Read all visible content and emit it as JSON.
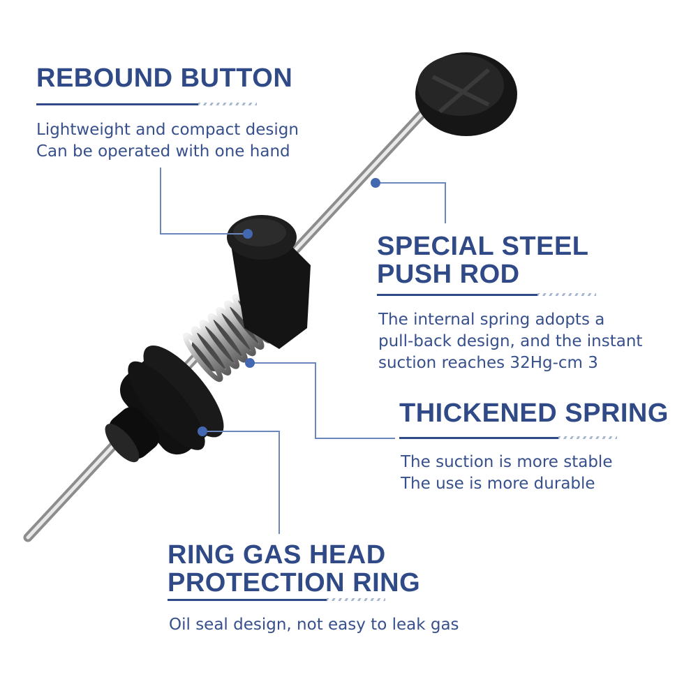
{
  "callouts": {
    "rebound_button": {
      "title": "REBOUND BUTTON",
      "lines": [
        "Lightweight and compact design",
        "Can be operated with one hand"
      ]
    },
    "push_rod": {
      "title_lines": [
        "SPECIAL STEEL",
        "PUSH ROD"
      ],
      "lines": [
        "The internal spring adopts a",
        "pull-back design, and the instant",
        "suction reaches 32Hg-cm 3"
      ]
    },
    "spring": {
      "title": "THICKENED SPRING",
      "lines": [
        "The suction is more stable",
        "The use is more durable"
      ]
    },
    "ring": {
      "title_lines": [
        "RING GAS HEAD",
        "PROTECTION RING"
      ],
      "lines": [
        "Oil seal design, not easy to leak gas"
      ]
    }
  },
  "colors": {
    "accent": "#2f4a86",
    "text": "#37508c",
    "leader": "#6b86bd",
    "hatch": "#a9b6d0",
    "background": "#ffffff"
  }
}
